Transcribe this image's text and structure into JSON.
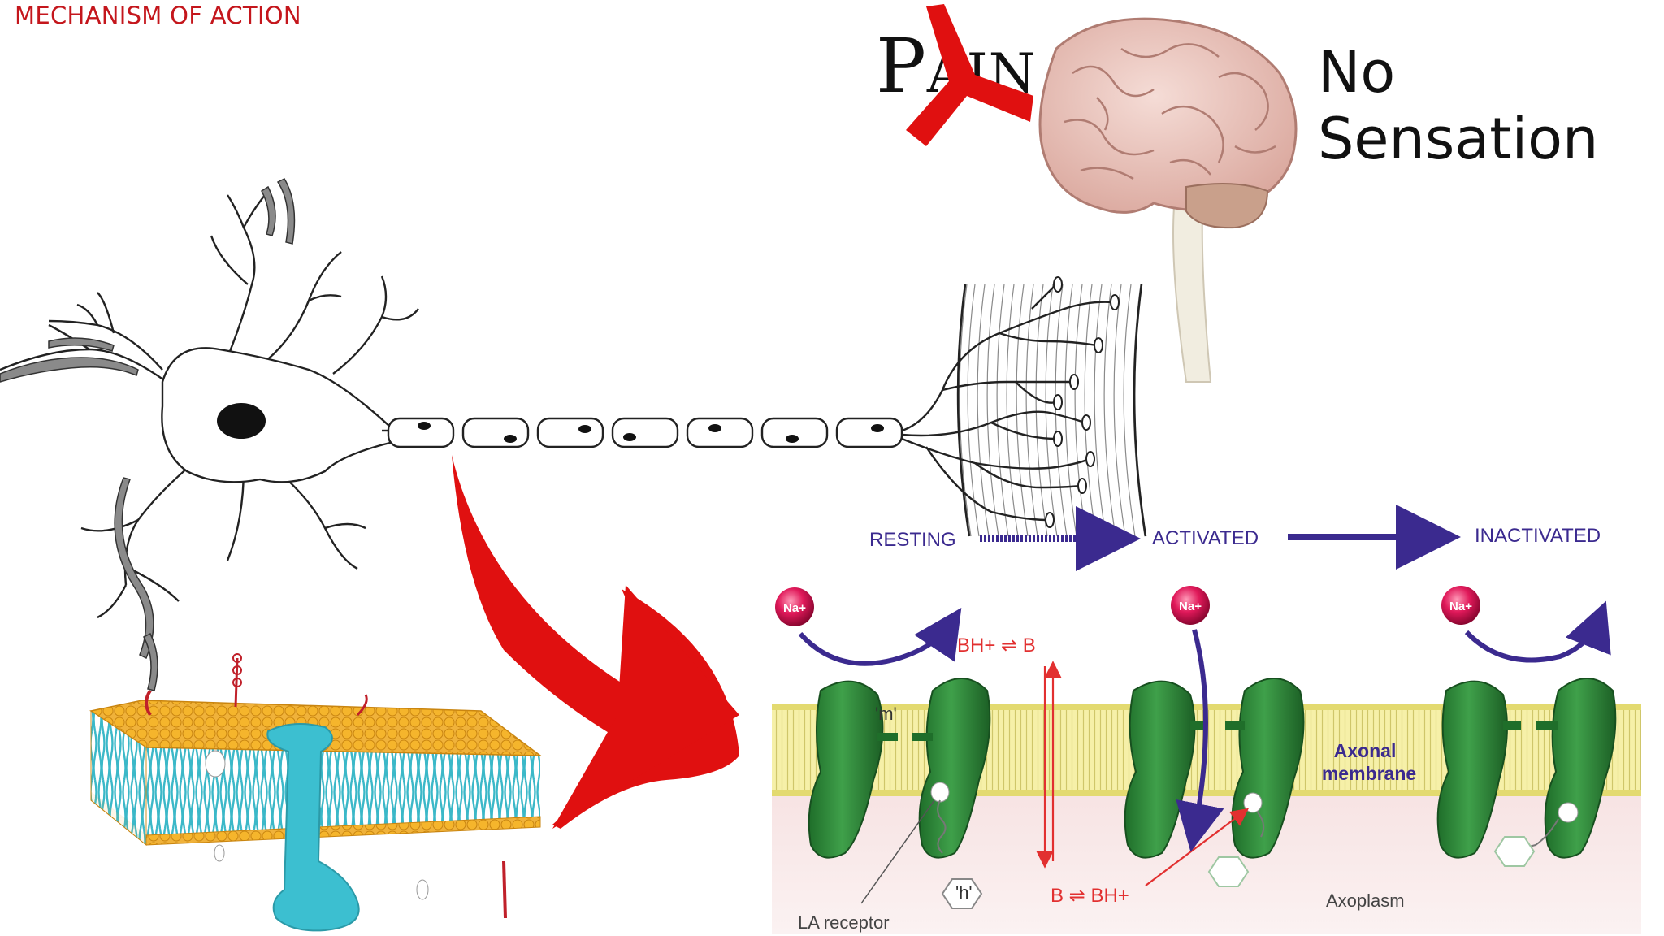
{
  "slide": {
    "title": "MECHANISM OF ACTION",
    "headline": "No Sensation",
    "pain_word": {
      "first_letter": "P",
      "rest": "AIN"
    }
  },
  "channel_states": {
    "resting": "RESTING",
    "activated": "ACTIVATED",
    "inactivated": "INACTIVATED"
  },
  "ions": {
    "sodium": "Na+"
  },
  "membrane_labels": {
    "m_gate": "'m'",
    "h_gate": "'h'",
    "axonal_membrane_line1": "Axonal",
    "axonal_membrane_line2": "membrane",
    "axoplasm": "Axoplasm",
    "la_receptor": "LA receptor"
  },
  "equilibria": {
    "top": "BH+ ⇌ B",
    "bottom": "B ⇌ BH+"
  },
  "colors": {
    "title_red": "#c4161c",
    "arrow_red": "#e01010",
    "state_purple": "#3b2a8f",
    "channel_green": "#2e8b3a",
    "membrane_yellow": "#f3ec9a",
    "lipid_orange": "#f5a623",
    "lipid_tail_cyan": "#3bb8c8"
  }
}
